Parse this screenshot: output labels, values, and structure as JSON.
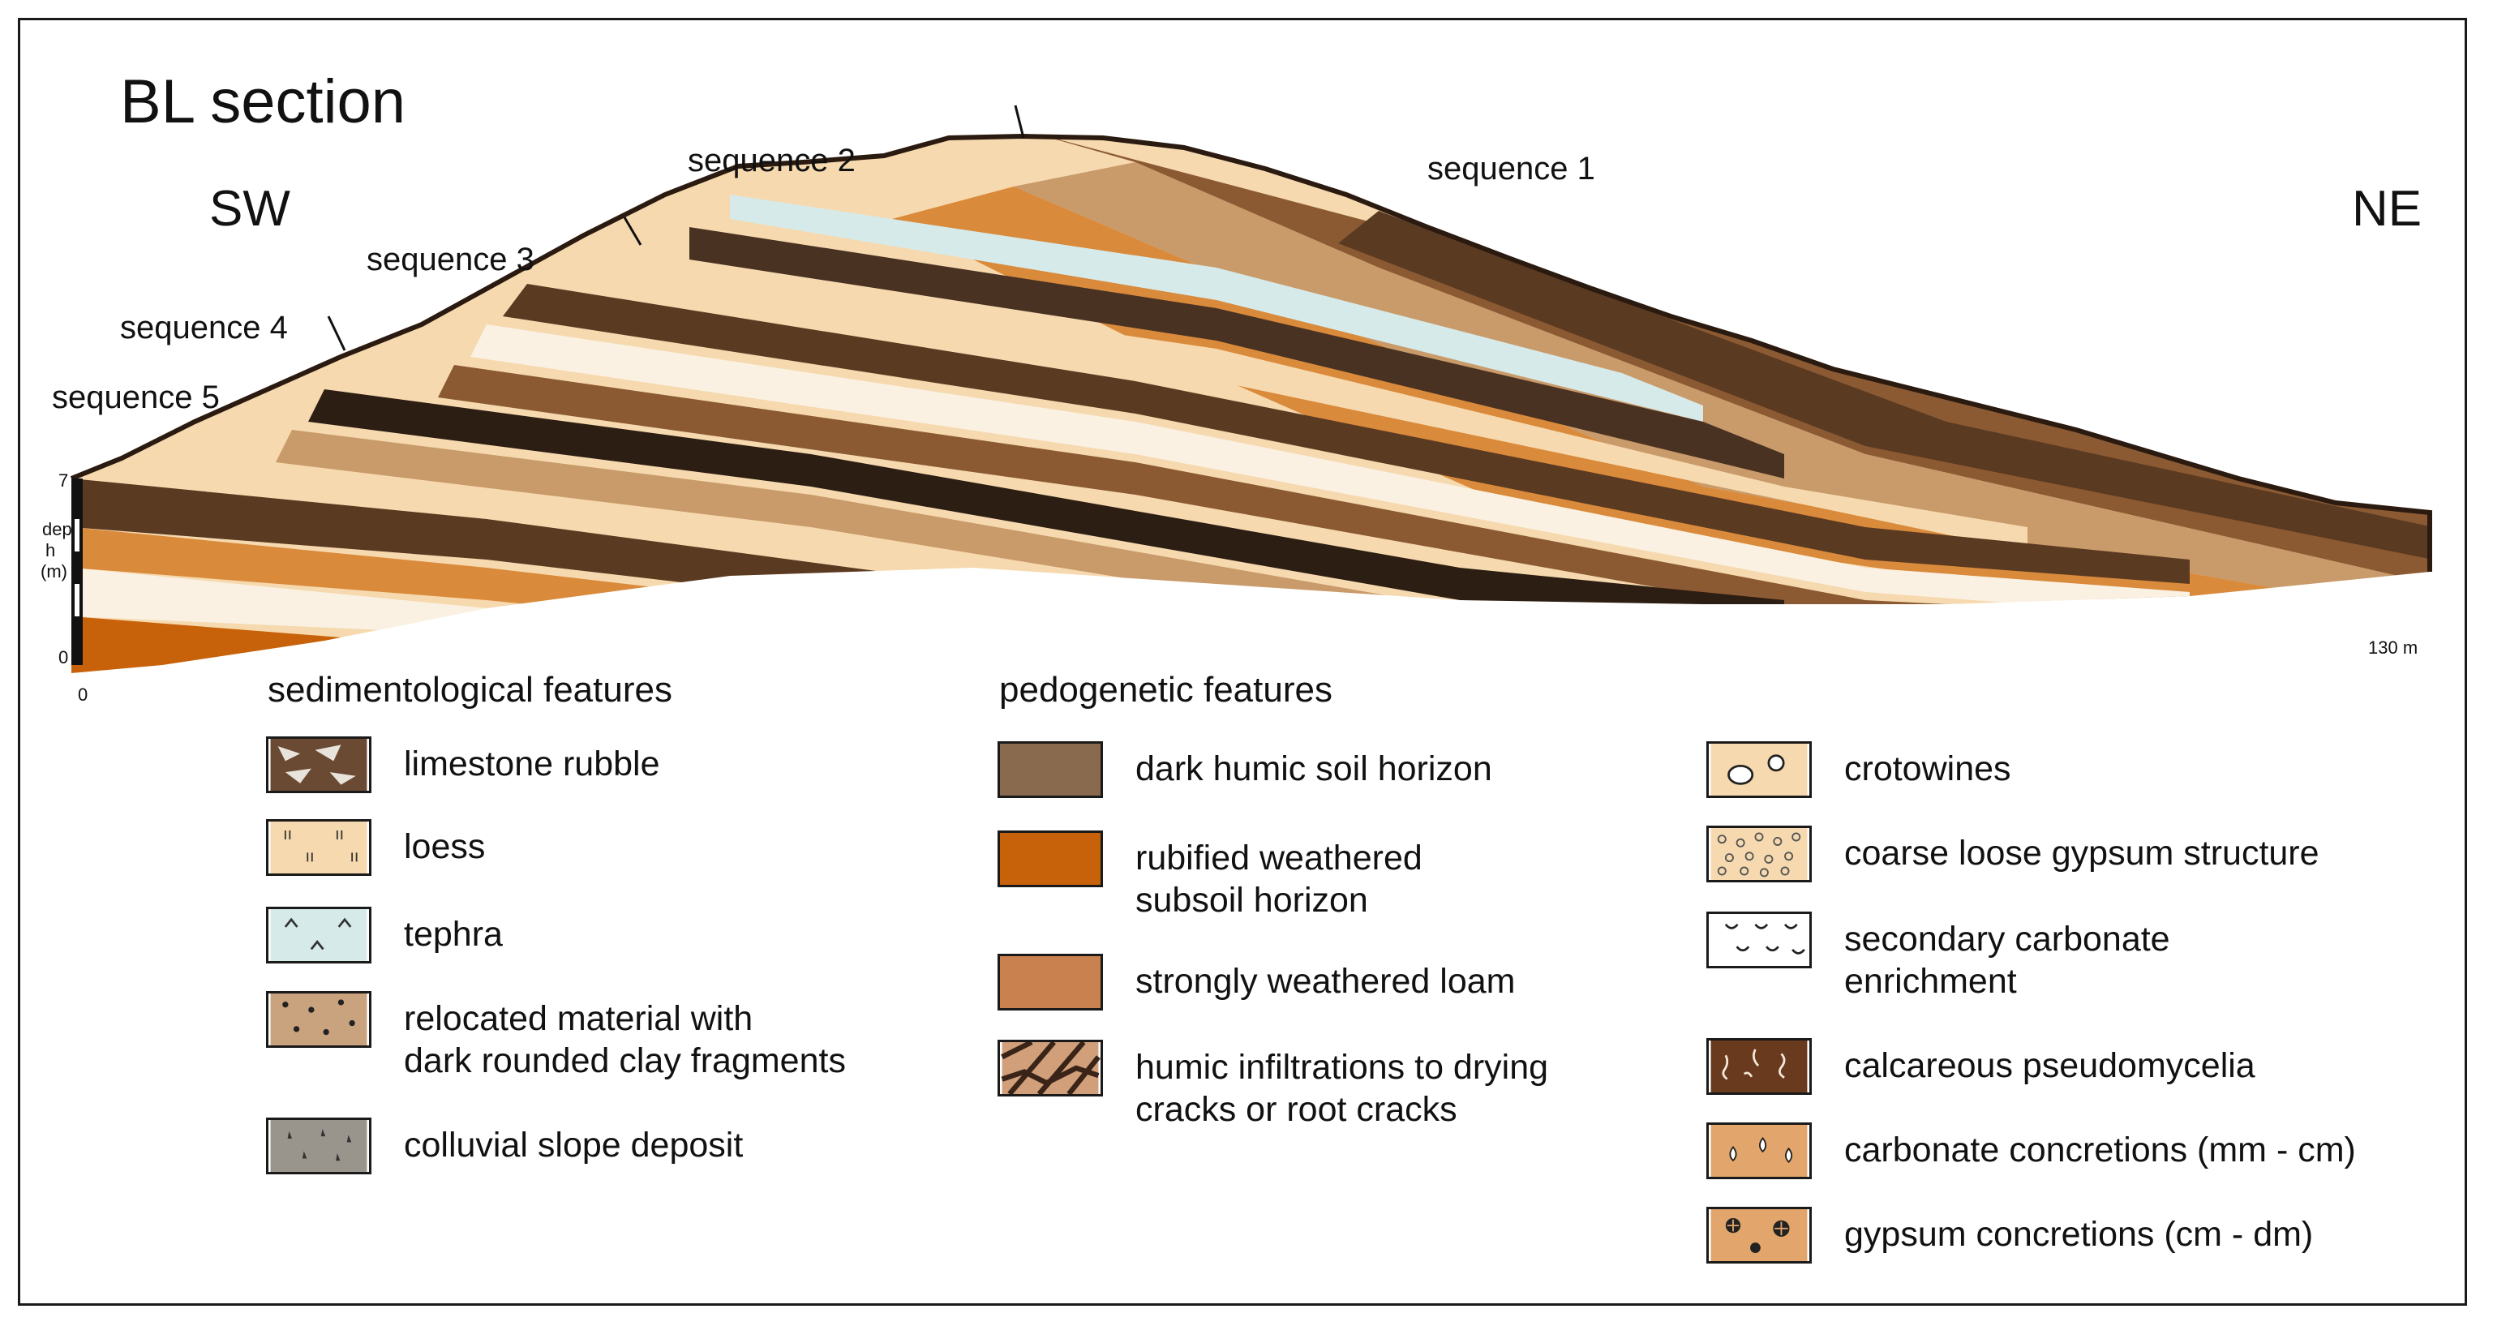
{
  "title": "BL section",
  "directions": {
    "left": "SW",
    "right": "NE"
  },
  "sequences": [
    "sequence 1",
    "sequence 2",
    "sequence 3",
    "sequence 4",
    "sequence 5"
  ],
  "axis": {
    "depth_top": "7",
    "depth_bottom": "0",
    "depth_label_1": "dep",
    "depth_label_2": "h",
    "depth_label_3": "(m)",
    "x_start": "0",
    "x_end": "130 m"
  },
  "legend": {
    "sedimentological": {
      "heading": "sedimentological features",
      "items": [
        {
          "label": "limestone rubble",
          "icon": "limestone-rubble"
        },
        {
          "label": "loess",
          "icon": "loess"
        },
        {
          "label": "tephra",
          "icon": "tephra"
        },
        {
          "label_line1": "relocated material with",
          "label_line2": "dark rounded clay fragments",
          "icon": "relocated-material"
        },
        {
          "label": "colluvial slope deposit",
          "icon": "colluvial"
        }
      ]
    },
    "pedogenetic": {
      "heading": "pedogenetic features",
      "items": [
        {
          "label": "dark humic soil horizon",
          "icon": "dark-humic",
          "color": "#8a6a4f"
        },
        {
          "label_line1": "rubified weathered",
          "label_line2": "subsoil horizon",
          "icon": "rubified",
          "color": "#c8620a"
        },
        {
          "label": "strongly weathered loam",
          "icon": "weathered-loam",
          "color": "#c9824f"
        },
        {
          "label_line1": "humic infiltrations to drying",
          "label_line2": "cracks or root cracks",
          "icon": "humic-cracks"
        }
      ]
    },
    "other": {
      "items": [
        {
          "label": "crotowines",
          "icon": "crotowines"
        },
        {
          "label": "coarse loose gypsum structure",
          "icon": "gypsum-structure"
        },
        {
          "label_line1": "secondary carbonate",
          "label_line2": "enrichment",
          "icon": "carbonate-enrichment"
        },
        {
          "label": "calcareous pseudomycelia",
          "icon": "pseudomycelia"
        },
        {
          "label": "carbonate concretions (mm - cm)",
          "icon": "carbonate-concretions"
        },
        {
          "label": "gypsum concretions (cm - dm)",
          "icon": "gypsum-concretions"
        }
      ]
    }
  },
  "colors": {
    "loess": "#f6d9ae",
    "tephra": "#d6eaea",
    "dark": "#4a3222",
    "brown": "#8b5a33",
    "orange": "#d98a3b",
    "tan": "#c99a6a",
    "grey": "#9a958c"
  }
}
